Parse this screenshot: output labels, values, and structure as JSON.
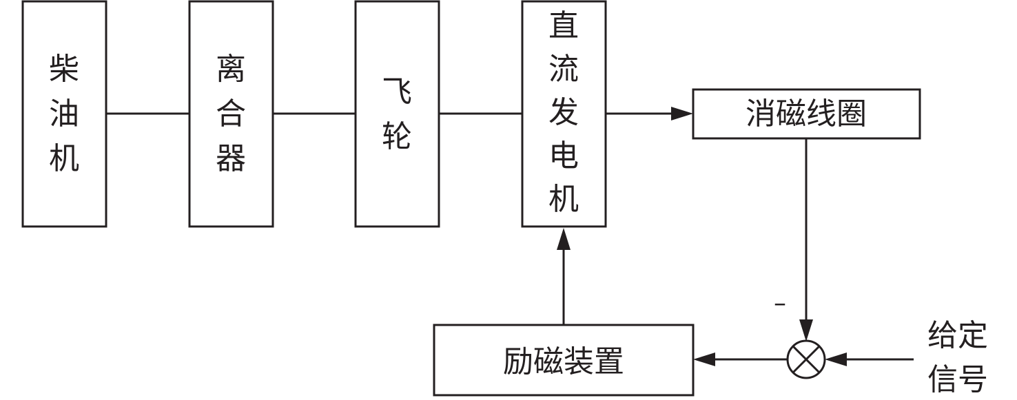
{
  "blocks": {
    "diesel_engine": [
      "柴",
      "油",
      "机"
    ],
    "clutch": [
      "离",
      "合",
      "器"
    ],
    "flywheel": [
      "飞",
      "轮"
    ],
    "dc_generator": [
      "直",
      "流",
      "发",
      "电",
      "机"
    ],
    "demagnetizing_coil": "消磁线圈",
    "excitation_device": "励磁装置"
  },
  "input": {
    "line1": "给定",
    "line2": "信号"
  },
  "summing_junction": {
    "feedback_sign": "–"
  },
  "colors": {
    "stroke": "#231f20",
    "background": "#ffffff"
  }
}
